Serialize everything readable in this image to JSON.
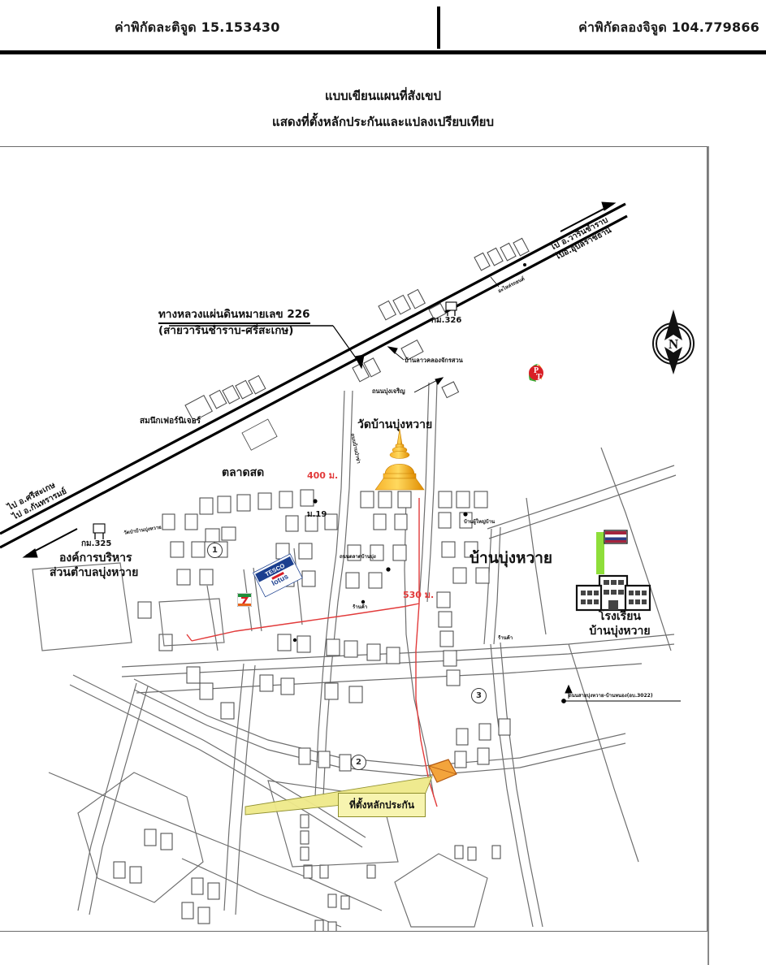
{
  "header": {
    "latitude_label": "ค่าพิกัดละติจูด 15.153430",
    "longitude_label": "ค่าพิกัดลองจิจูด 104.779866"
  },
  "title": {
    "line1": "แบบเขียนแผนที่สังเขป",
    "line2": "แสดงที่ตั้งหลักประกันและแปลงเปรียบเทียบ"
  },
  "map": {
    "compass_letter": "N",
    "highway_label_line1": "ทางหลวงแผ่นดินหมายเลข 226",
    "highway_label_line2": "(สายวารินชำราบ-ศรีสะเกษ)",
    "direction_ne_line1": "ไป อ.วารินชำราบ",
    "direction_ne_line2": "ไปอ.อุบลราชธานี",
    "direction_sw_line1": "ไป อ.ศรีสะเกษ",
    "direction_sw_line2": "ไป อ.กันทรารมย์",
    "km_marker_326": "กม.326",
    "km_marker_325": "กม.325",
    "pt_station": "PT",
    "shop_chakrasuan": "บ้านลาวคลองจักรสวน",
    "shop_top_right": "อะไหล่รถยนต์",
    "village_road_charoen": "ถนนบุ่งเจริญ",
    "temple_label": "วัดบ้านบุ่งหวาย",
    "road_vertical_tonthai": "ถนนบ้านป่าข่า",
    "furniture_store": "สมนึกเฟอร์นิเจอร์",
    "tesco_sign": "TESCO lotus",
    "market_label": "ตลาดสด",
    "subdistrict_office_line1": "องค์การบริหาร",
    "subdistrict_office_line2": "ส่วนตำบลบุ่งหวาย",
    "road_wat_ban_bungwai": "วัดป่าบ้านบุ่งหวาย",
    "village_name": "บ้านบุ่งหวาย",
    "village_headman": "บ้านผู้ใหญ่บ้าน",
    "moo_label": "ม.19",
    "road_talat_sot": "ถนนตลาดบ้านบุ่ง",
    "shop_label_1": "ร้านค้า",
    "shop_label_2": "ร้านค้า",
    "school_line1": "โรงเรียน",
    "school_line2": "บ้านบุ่งหวาย",
    "road_bungwai_bannong": "ถนนสายบุ่งหวาย-บ้านหนอง(อบ.3022)",
    "distance_400": "400 ม.",
    "distance_530": "530 ม.",
    "collateral_callout": "ที่ตั้งหลักประกัน",
    "marker_1": "1",
    "marker_2": "2",
    "marker_3": "3"
  },
  "colors": {
    "red_route": "#e23b3b",
    "callout_fill": "#f7f4b0",
    "chedi_gold": "#f5a900",
    "school_green": "#8ede3a",
    "line": "#6b6b6b"
  }
}
